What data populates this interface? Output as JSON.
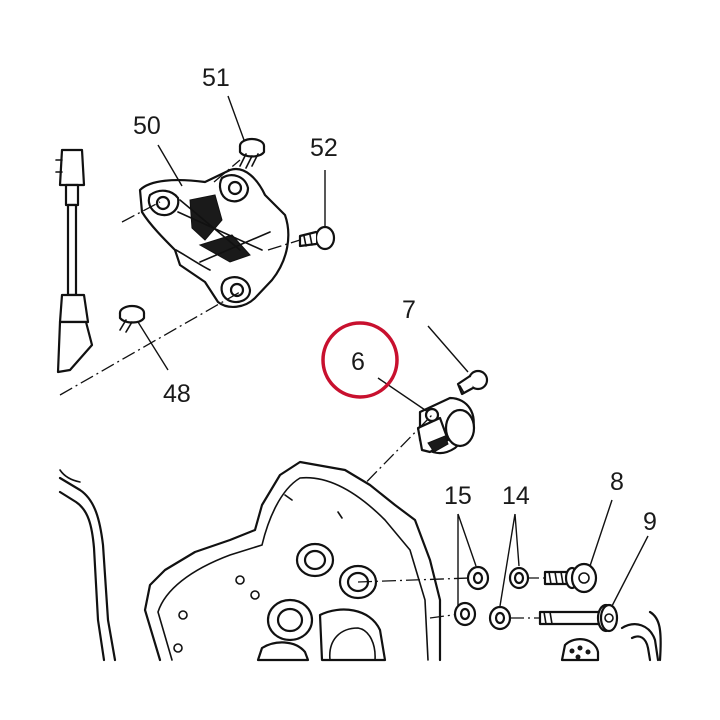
{
  "callouts": {
    "p51": "51",
    "p50": "50",
    "p52": "52",
    "p48": "48",
    "p7": "7",
    "p6": "6",
    "p8": "8",
    "p9": "9",
    "p15": "15",
    "p14": "14"
  },
  "highlight": {
    "target": "6",
    "ring_color": "#c8102e"
  },
  "colors": {
    "line": "#111111",
    "background": "#ffffff"
  }
}
